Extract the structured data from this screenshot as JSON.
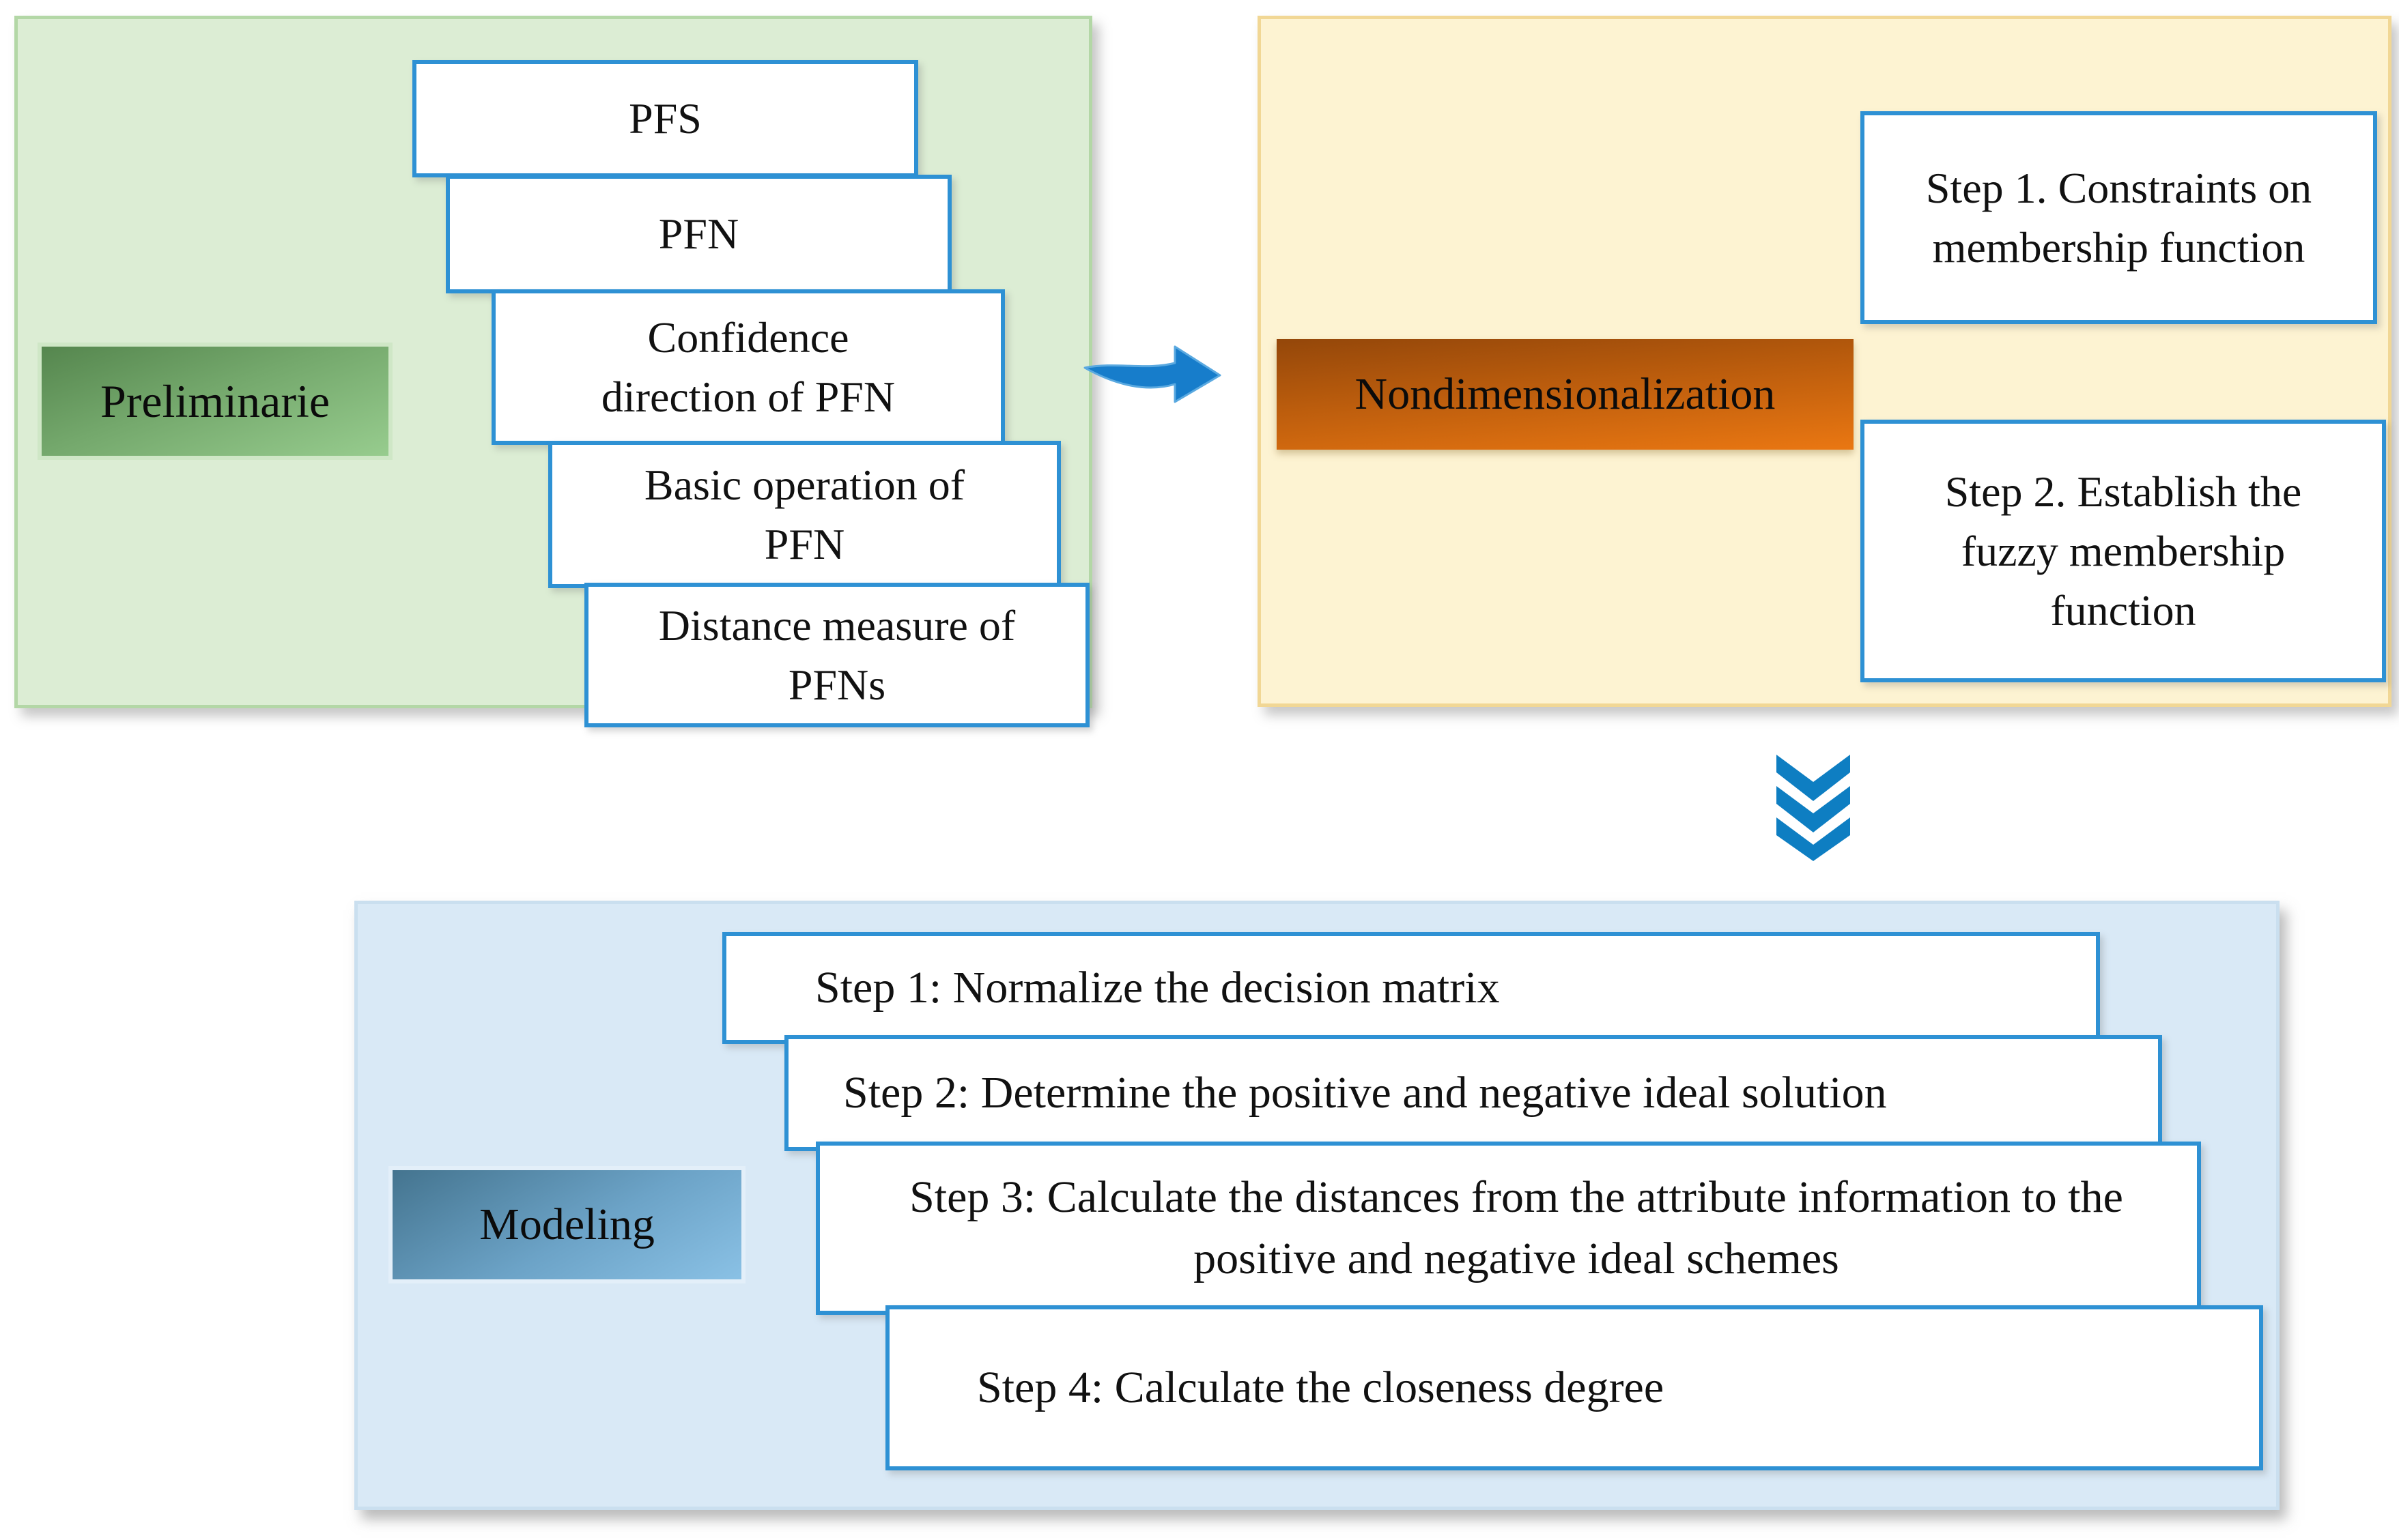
{
  "panels": {
    "preliminaries": {
      "label": "Preliminarie",
      "boxes": [
        "PFS",
        "PFN",
        "Confidence direction of PFN",
        "Basic operation of PFN",
        "Distance measure of PFNs"
      ]
    },
    "nondimensionalization": {
      "label": "Nondimensionalization",
      "boxes": [
        "Step 1. Constraints on membership function",
        "Step 2. Establish the fuzzy membership function"
      ]
    },
    "modeling": {
      "label": "Modeling",
      "boxes": [
        "Step 1: Normalize the decision matrix",
        "Step 2: Determine the positive and negative ideal solution",
        "Step 3: Calculate the distances from the attribute information to the positive and negative ideal schemes",
        "Step 4: Calculate the closeness degree"
      ]
    }
  },
  "icons": {
    "flow_arrow": "curved-right-arrow",
    "down_arrow": "triple-chevron-down"
  },
  "colors": {
    "green_panel_bg": "#dcedd4",
    "green_panel_border": "#b3d7a6",
    "yellow_panel_bg": "#fdf3d2",
    "yellow_panel_border": "#f1d795",
    "blue_panel_bg": "#d9e9f6",
    "blue_panel_border": "#cadfef",
    "box_border_blue": "#2e91d4",
    "arrow_blue": "#177dcb",
    "label_green_dark": "#55864e",
    "label_green_light": "#97cc8e",
    "label_orange_dark": "#94470a",
    "label_orange_light": "#ea7712",
    "label_blue_dark": "#44748f",
    "label_blue_light": "#8ac1e5"
  }
}
